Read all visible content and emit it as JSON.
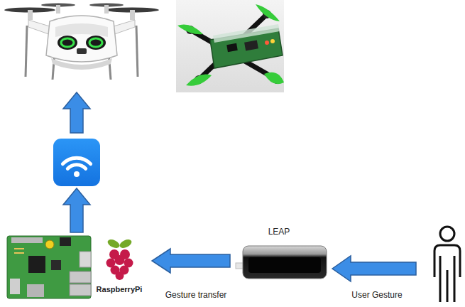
{
  "diagram": {
    "nodes": [
      {
        "text": [
          "RaspberryPi"
        ]
      },
      {
        "text": [
          "LEAP"
        ]
      }
    ],
    "edges": [
      {
        "from": 1,
        "to": 0,
        "arrow": "to",
        "label": "Gesture transfer"
      }
    ],
    "labels": [
      "User Gesture"
    ]
  }
}
